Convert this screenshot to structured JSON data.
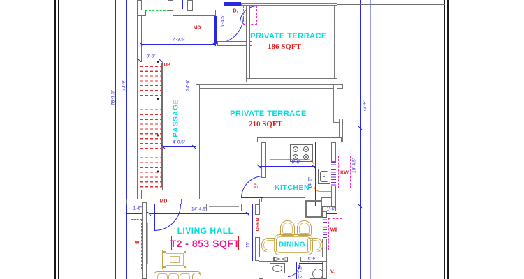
{
  "plan": {
    "rooms": {
      "terrace_top": {
        "name": "PRIVATE TERRACE",
        "area": "186 SQFT"
      },
      "terrace_mid": {
        "name": "PRIVATE TERRACE",
        "area": "210 SQFT"
      },
      "passage": {
        "name": "PASSAGE"
      },
      "kitchen": {
        "name": "KITCHEN"
      },
      "living_hall": {
        "name": "LIVING HALL"
      },
      "dining": {
        "name": "DINING"
      }
    },
    "unit_label": "T2 - 853 SQFT",
    "stairs": {
      "up": "UP"
    },
    "openings": {
      "main_door_top": "MD",
      "main_door_living": "MD",
      "door_top": "D.",
      "door_kitchen": "D.",
      "kitchen_window": "KW",
      "living_window": "W",
      "dining_window": "W2",
      "vent": "V.",
      "open_label": "OPEN"
    },
    "dimensions": {
      "plot_height_left": "78'-7.5\"",
      "left_inner_height": "31'-9\"",
      "entry_width": "7'-3.5\"",
      "stair_width": "3'-3\"",
      "passage_height": "24'-6\"",
      "passage_width": "4'-0.5\"",
      "top_door_height": "6'-4.5\"",
      "plot_height_right": "72'-6\"",
      "terrace_side_height": "10'-4.5\"",
      "kitchen_width": "9'-6\"",
      "kitchen_height": "14'-9\"",
      "living_width": "14'-4.5\"",
      "living_height": "11'",
      "wall_offset_left": "1'-6\"",
      "wall_offset_right": "1'-6\"",
      "bath_width": "6'-6\"",
      "bath_height": "3'-7.5\""
    },
    "colors": {
      "wall": "#707070",
      "dimension_blue": "#2828dd",
      "room_label_cyan": "#00dddd",
      "annotation_red": "#dd1a1a",
      "window_magenta": "#ff22cc",
      "stair_tread_red": "#e03030",
      "furniture_tan": "#c3a04a",
      "counter_orange": "#ef8b20",
      "unit_label_pink": "#ee1590",
      "window_green": "#00cc33"
    }
  }
}
